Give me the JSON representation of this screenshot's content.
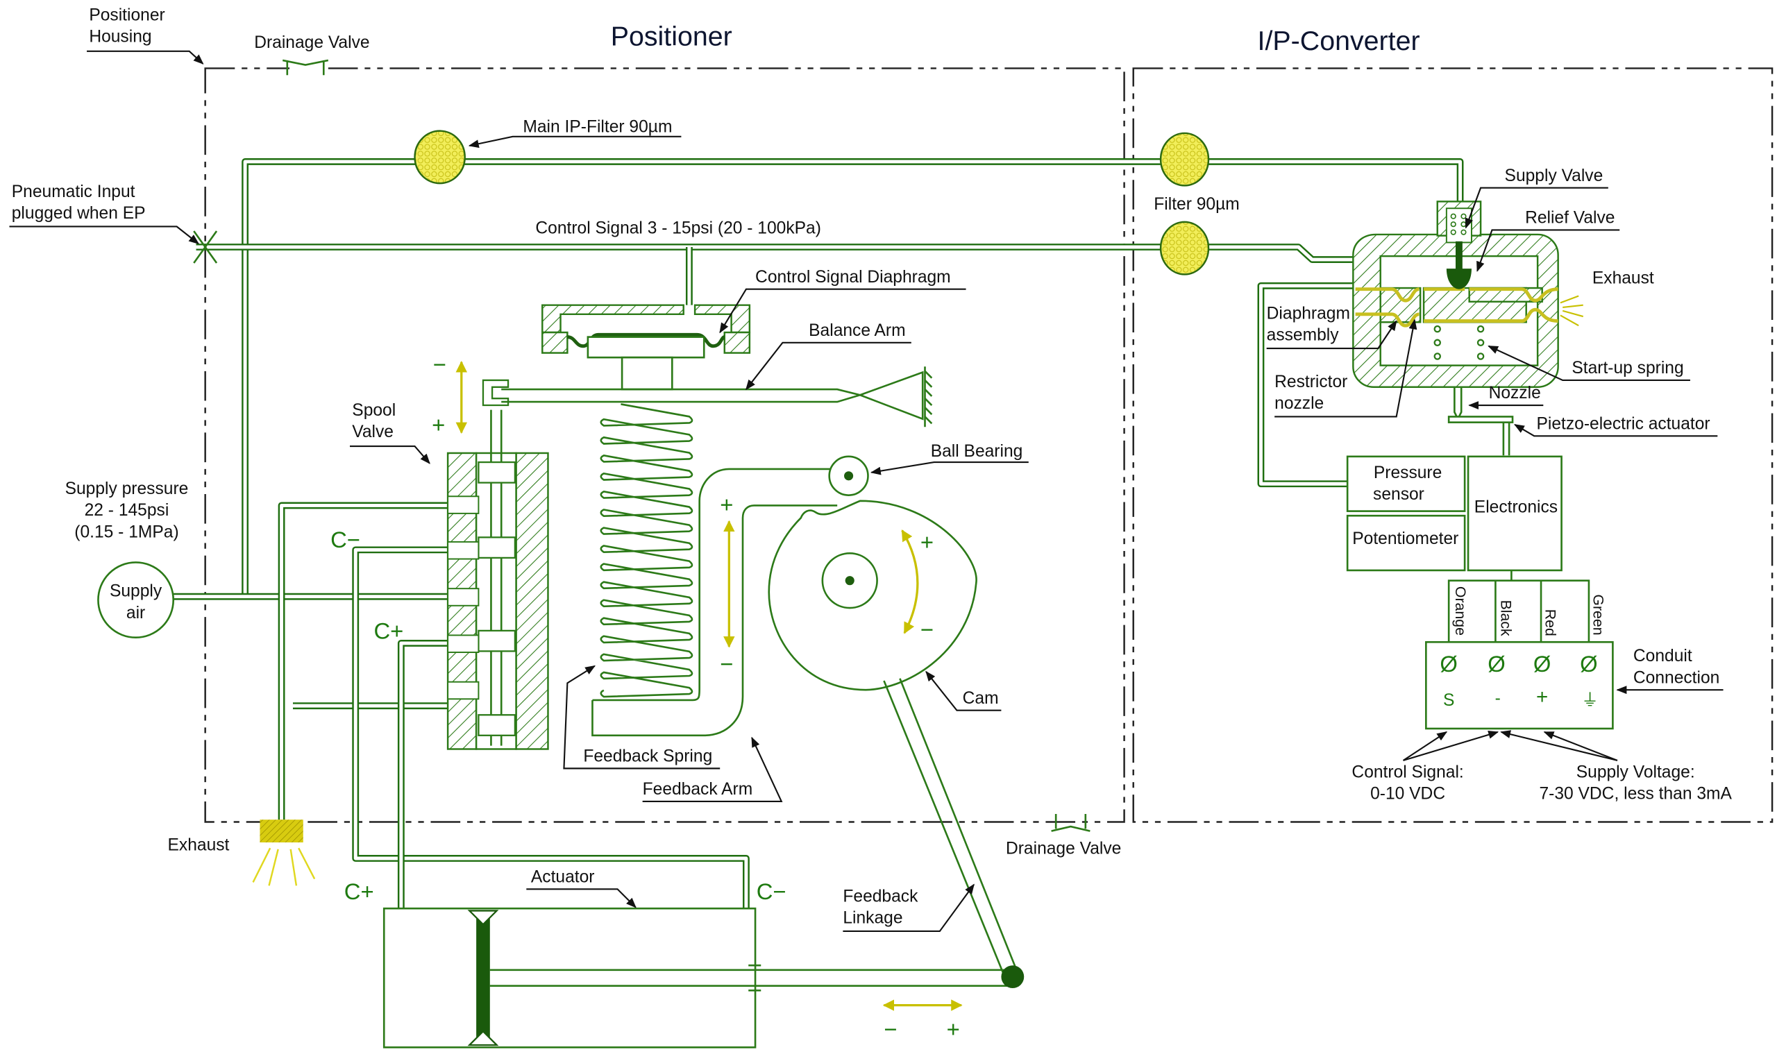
{
  "titles": {
    "positioner": "Positioner",
    "ip_converter": "I/P-Converter"
  },
  "labels": {
    "positioner_housing": [
      "Positioner",
      "Housing"
    ],
    "drainage_valve_top": "Drainage Valve",
    "drainage_valve_bottom": "Drainage Valve",
    "main_ip_filter": "Main IP-Filter 90µm",
    "pneumatic_input": [
      "Pneumatic Input",
      "plugged when EP"
    ],
    "control_signal": "Control Signal 3 - 15psi  (20 - 100kPa)",
    "control_signal_diaphragm": "Control Signal Diaphragm",
    "balance_arm": "Balance Arm",
    "spool_valve": [
      "Spool",
      "Valve"
    ],
    "supply_pressure": [
      "Supply pressure",
      "22 - 145psi",
      "(0.15 - 1MPa)"
    ],
    "supply_air": [
      "Supply",
      "air"
    ],
    "ball_bearing": "Ball Bearing",
    "cam": "Cam",
    "feedback_spring": "Feedback Spring",
    "feedback_arm": "Feedback Arm",
    "exhaust_left": "Exhaust",
    "actuator": "Actuator",
    "feedback_linkage": [
      "Feedback",
      "Linkage"
    ],
    "filter_90": "Filter 90µm",
    "supply_valve": "Supply Valve",
    "relief_valve": "Relief Valve",
    "exhaust_right": "Exhaust",
    "diaphragm_assembly": [
      "Diaphragm",
      "assembly"
    ],
    "start_up_spring": "Start-up spring",
    "restrictor_nozzle": [
      "Restrictor",
      "nozzle"
    ],
    "nozzle": "Nozzle",
    "piezo_actuator": "Pietzo-electric actuator",
    "pressure_sensor": [
      "Pressure",
      "sensor"
    ],
    "potentiometer": "Potentiometer",
    "electronics": "Electronics",
    "conduit_connection": [
      "Conduit",
      "Connection"
    ],
    "control_signal_voltage": [
      "Control Signal:",
      "0-10 VDC"
    ],
    "supply_voltage": [
      "Supply Voltage:",
      "7-30 VDC, less than 3mA"
    ]
  },
  "symbols": {
    "c_minus": "C−",
    "c_plus": "C+",
    "plus": "+",
    "minus": "−"
  },
  "wires": [
    {
      "color_name": "Orange",
      "terminal": "Ø",
      "mark": "S"
    },
    {
      "color_name": "Black",
      "terminal": "Ø",
      "mark": "-"
    },
    {
      "color_name": "Red",
      "terminal": "Ø",
      "mark": "+"
    },
    {
      "color_name": "Green",
      "terminal": "Ø",
      "mark": "⏚"
    }
  ],
  "colors": {
    "line_green": "#2c7a18",
    "pipe_fill": "#e8f6dc",
    "filter_yellow": "#f2ee5a",
    "motion_arrow_yellow": "#c8c000",
    "title_navy": "#0d1530"
  }
}
